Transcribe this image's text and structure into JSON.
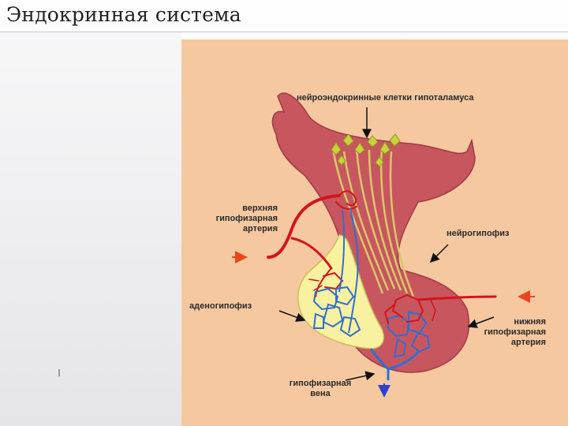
{
  "slide": {
    "title": "Эндокринная система"
  },
  "diagram": {
    "labels": {
      "hypothalamus_cells": "нейроэндокринные клетки гипоталамуса",
      "superior_artery_l1": "верхняя",
      "superior_artery_l2": "гипофизарная",
      "superior_artery_l3": "артерия",
      "neurohypophysis": "нейрогипофиз",
      "adenohypophysis": "аденогипофиз",
      "inferior_artery_l1": "нижняя",
      "inferior_artery_l2": "гипофизарная",
      "inferior_artery_l3": "артерия",
      "vein_l1": "гипофизарная",
      "vein_l2": "вена"
    },
    "colors": {
      "background": "#f5c8a0",
      "neural_tissue": "#c8565e",
      "adenohypophysis": "#f8f2a0",
      "artery": "#d3141c",
      "vein": "#2f6fd0",
      "neurons": "#c9d23a",
      "axons": "#d8c86a",
      "arrow_black": "#111111",
      "arrow_red": "#e8461e"
    }
  }
}
